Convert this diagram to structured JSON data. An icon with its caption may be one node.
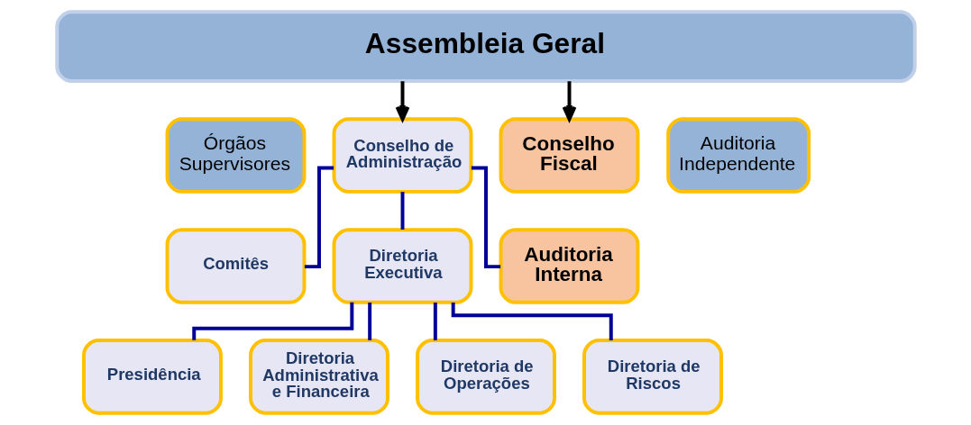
{
  "diagram": {
    "nodes": [
      {
        "text": [
          "Assembleia Geral"
        ]
      },
      {
        "text": [
          "Órgãos Supervisores"
        ]
      },
      {
        "text": [
          "Conselho de Administração"
        ]
      },
      {
        "text": [
          "Conselho Fiscal"
        ]
      },
      {
        "text": [
          "Auditoria Independente"
        ]
      },
      {
        "text": [
          "Comitês"
        ]
      },
      {
        "text": [
          "Diretoria Executiva"
        ]
      },
      {
        "text": [
          "Auditoria Interna"
        ]
      },
      {
        "text": [
          "Presidência"
        ]
      },
      {
        "text": [
          "Diretoria Administrativa e Financeira"
        ]
      },
      {
        "text": [
          "Diretoria de Operações"
        ]
      },
      {
        "text": [
          "Diretoria de Riscos"
        ]
      }
    ],
    "edges": [
      {
        "from": 0,
        "to": 2,
        "arrow": "to",
        "color": "#000000"
      },
      {
        "from": 0,
        "to": 3,
        "arrow": "to",
        "color": "#000000"
      },
      {
        "from": 2,
        "to": 5,
        "arrow": "none"
      },
      {
        "from": 2,
        "to": 6,
        "arrow": "none"
      },
      {
        "from": 2,
        "to": 7,
        "arrow": "none"
      },
      {
        "from": 6,
        "to": 8,
        "arrow": "none"
      },
      {
        "from": 6,
        "to": 9,
        "arrow": "none"
      },
      {
        "from": 6,
        "to": 10,
        "arrow": "none"
      },
      {
        "from": 6,
        "to": 11,
        "arrow": "none"
      }
    ]
  }
}
